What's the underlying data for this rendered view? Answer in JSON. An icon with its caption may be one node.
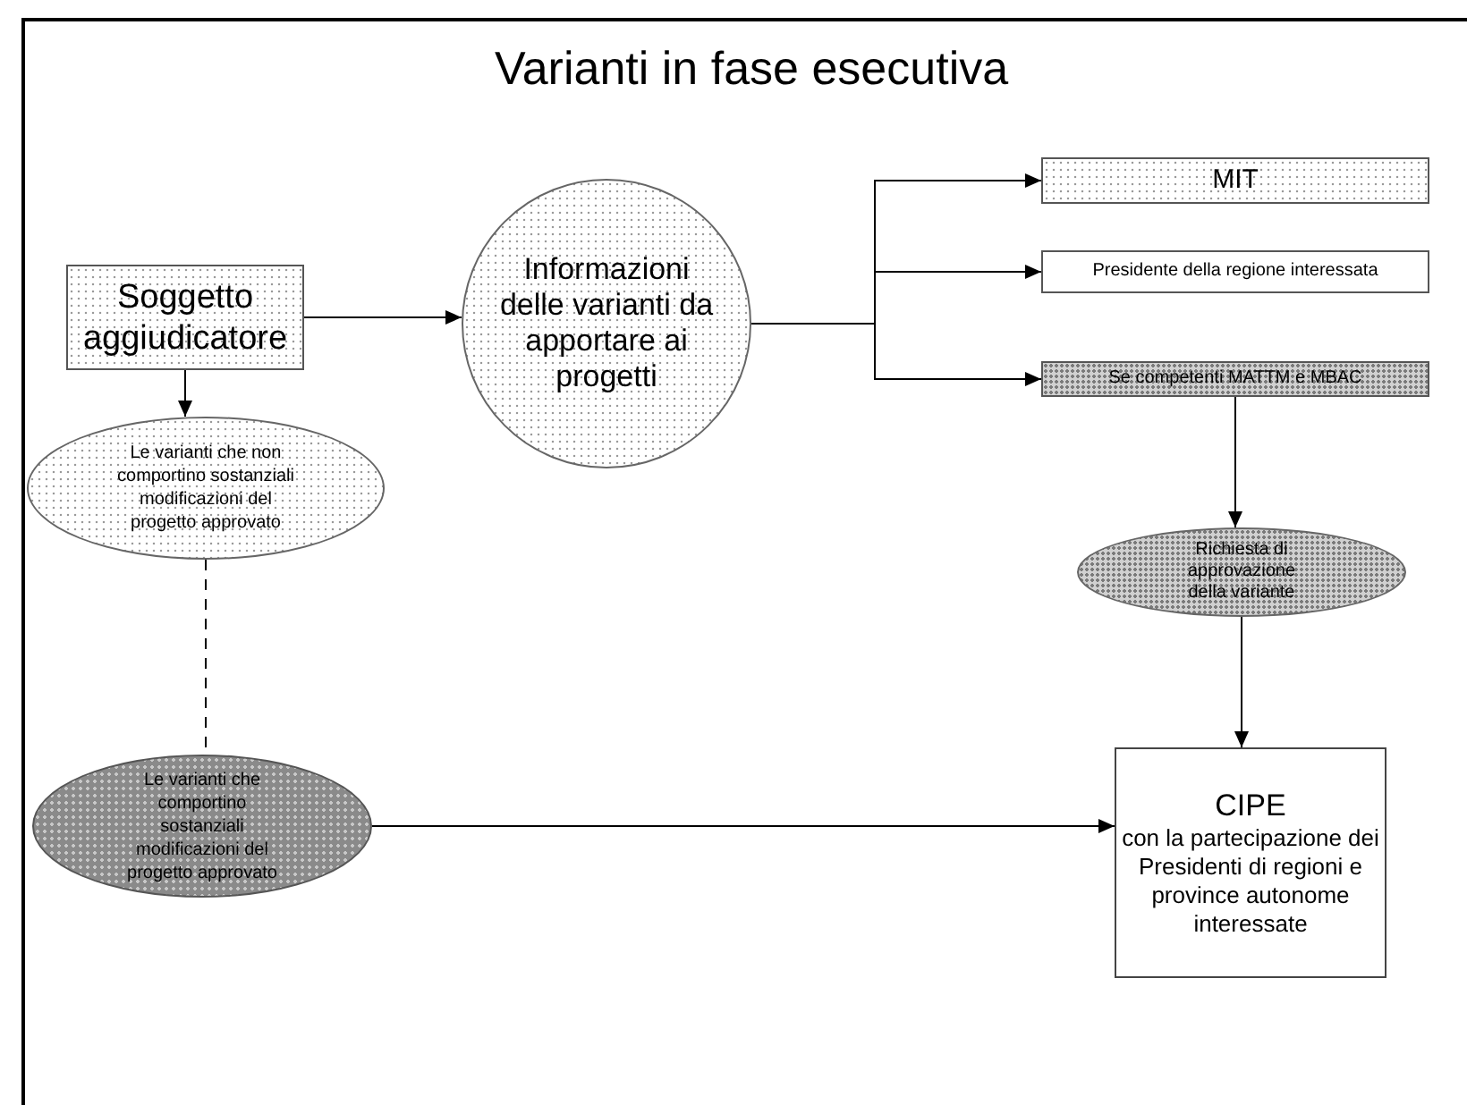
{
  "diagram": {
    "title": "Varianti in fase esecutiva",
    "nodes": [
      {
        "text": [
          "Soggetto aggiudicatore"
        ]
      },
      {
        "text": [
          "Informazioni delle varianti da apportare ai progetti"
        ]
      },
      {
        "text": [
          "MIT"
        ]
      },
      {
        "text": [
          "Presidente della regione interessata"
        ]
      },
      {
        "text": [
          "Se competenti MATTM e MBAC"
        ]
      },
      {
        "text": [
          "Le varianti che non comportino sostanziali modificazioni del progetto approvato"
        ]
      },
      {
        "text": [
          "Richiesta di approvazione della variante"
        ]
      },
      {
        "text": [
          "Le varianti che comportino sostanziali modificazioni del progetto approvato"
        ]
      },
      {
        "text": [
          "CIPE",
          "con la partecipazione dei Presidenti di regioni e province autonome interessate"
        ]
      }
    ],
    "edges": [
      {
        "from": 0,
        "to": 1,
        "arrow": "to"
      },
      {
        "from": 1,
        "to": 2,
        "arrow": "to"
      },
      {
        "from": 1,
        "to": 3,
        "arrow": "to"
      },
      {
        "from": 1,
        "to": 4,
        "arrow": "to"
      },
      {
        "from": 0,
        "to": 5,
        "arrow": "to"
      },
      {
        "from": 5,
        "to": 7,
        "arrow": "none",
        "style": "dashed"
      },
      {
        "from": 4,
        "to": 6,
        "arrow": "to"
      },
      {
        "from": 6,
        "to": 8,
        "arrow": "to"
      },
      {
        "from": 7,
        "to": 8,
        "arrow": "to"
      }
    ]
  }
}
